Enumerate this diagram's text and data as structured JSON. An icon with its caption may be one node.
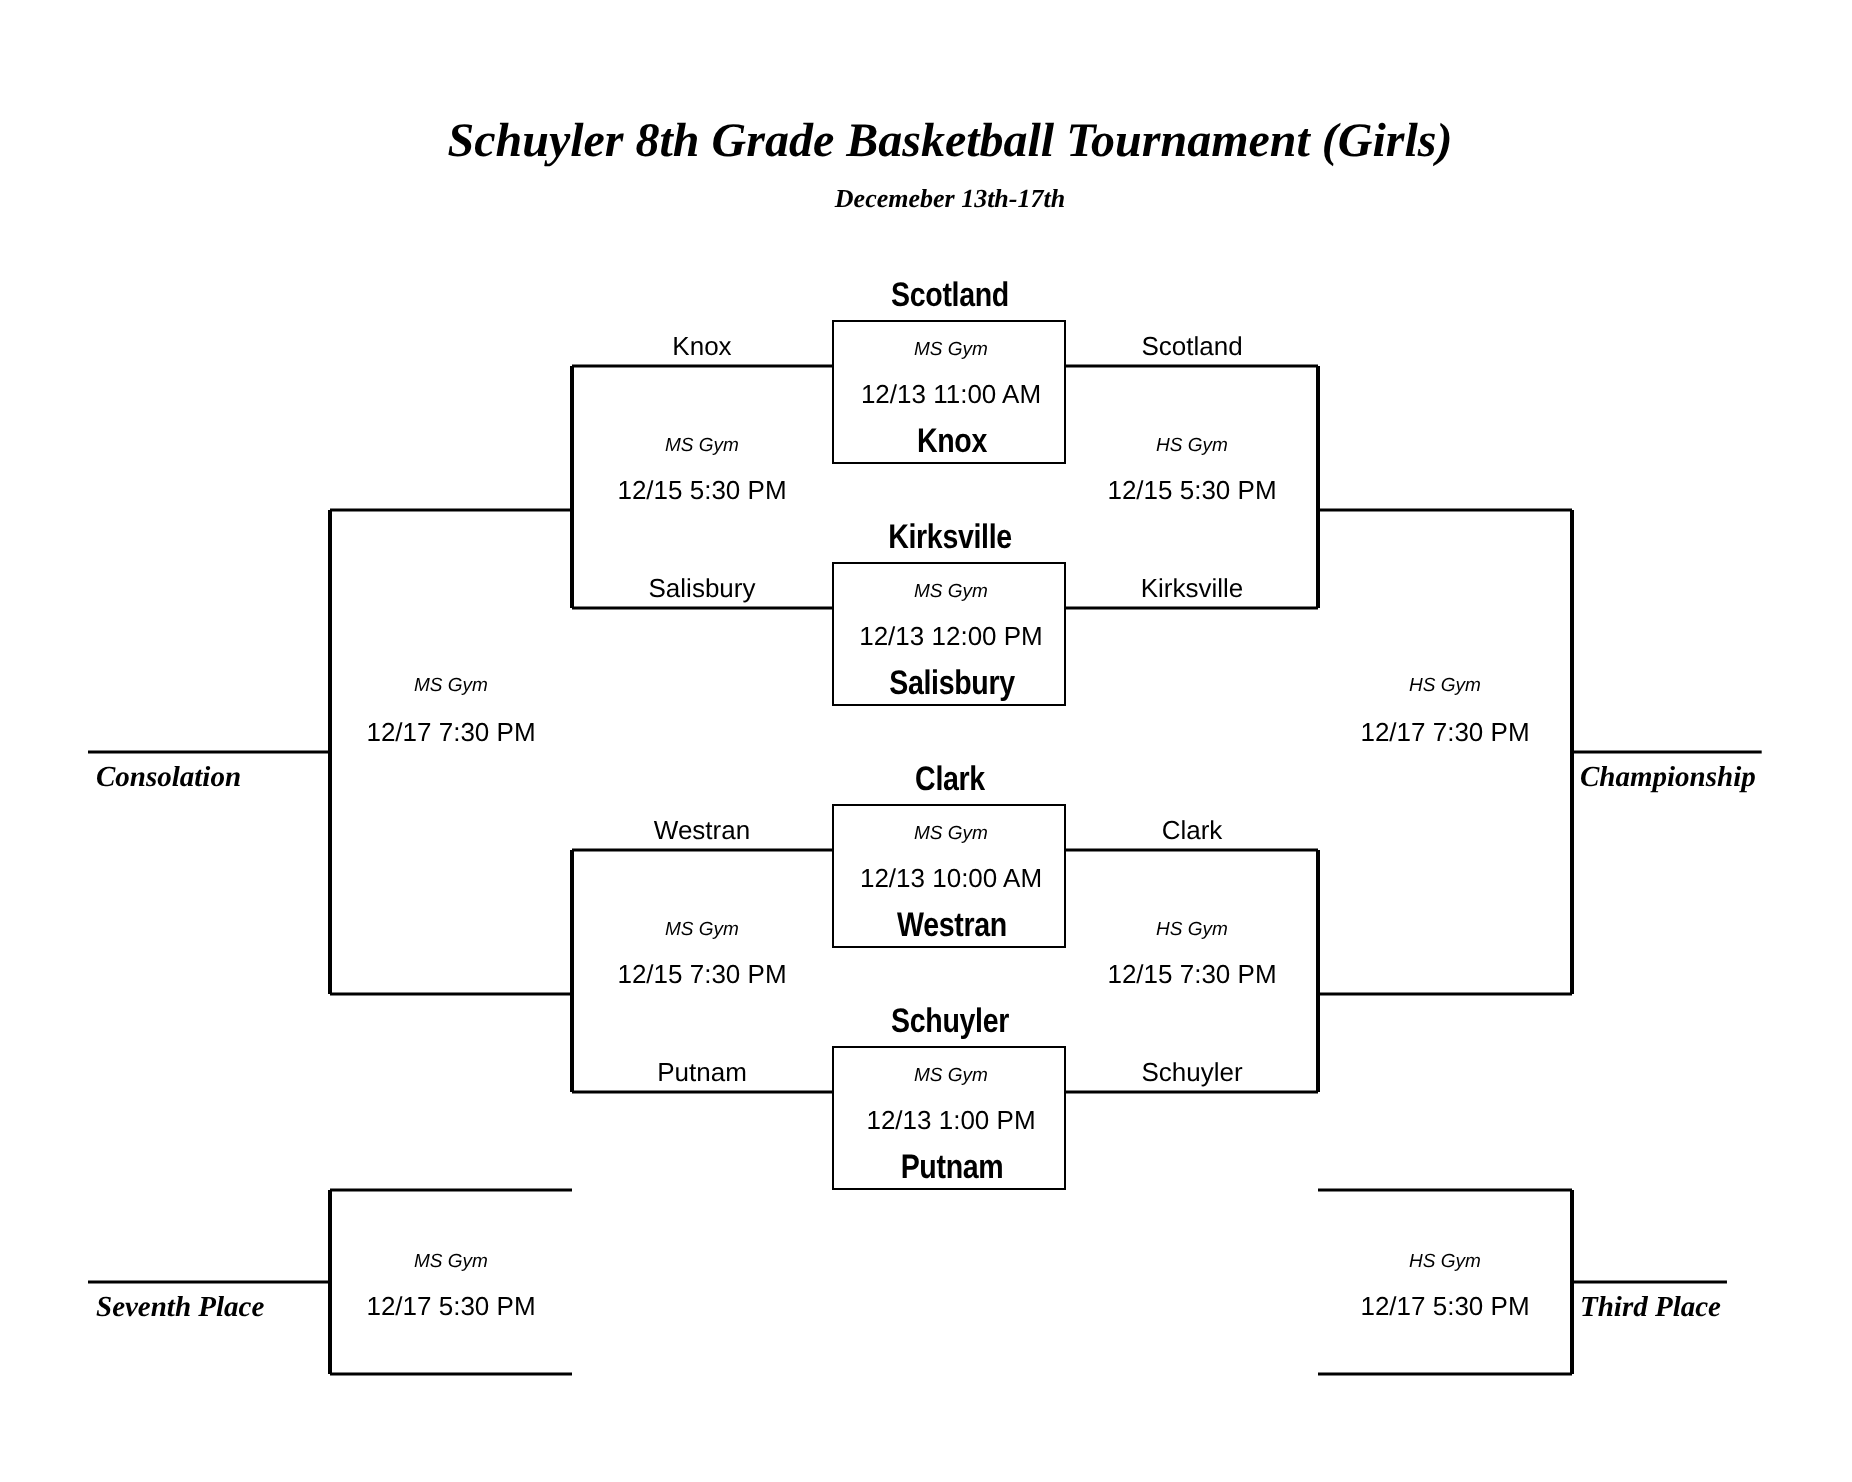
{
  "diagram": {
    "title": "Schuyler 8th Grade Basketball Tournament (Girls)",
    "nodes": [
      {
        "text": [
          "Scotland",
          "MS Gym",
          "12/13 11:00 AM",
          "Knox"
        ]
      },
      {
        "text": [
          "MS Gym",
          "12/15 5:30 PM"
        ]
      },
      {
        "text": [
          "HS Gym",
          "12/15 5:30 PM"
        ]
      },
      {
        "text": [
          "Kirksville",
          "MS Gym",
          "12/13 12:00 PM",
          "Salisbury"
        ]
      },
      {
        "text": [
          "MS Gym",
          "12/17 7:30 PM"
        ]
      },
      {
        "text": [
          "HS Gym",
          "12/17 7:30 PM"
        ]
      },
      {
        "text": [
          "Consolation"
        ]
      },
      {
        "text": [
          "Championship"
        ]
      },
      {
        "text": [
          "Clark",
          "MS Gym",
          "12/13 10:00 AM",
          "Westran"
        ]
      },
      {
        "text": [
          "MS Gym",
          "12/15 7:30 PM"
        ]
      },
      {
        "text": [
          "HS Gym",
          "12/15 7:30 PM"
        ]
      },
      {
        "text": [
          "Schuyler",
          "MS Gym",
          "12/13 1:00 PM",
          "Putnam"
        ]
      },
      {
        "text": [
          "MS Gym",
          "12/17 5:30 PM"
        ]
      },
      {
        "text": [
          "HS Gym",
          "12/17 5:30 PM"
        ]
      },
      {
        "text": [
          "Seventh Place"
        ]
      },
      {
        "text": [
          "Third Place"
        ]
      }
    ],
    "edges": [
      {
        "from": 0,
        "to": 1,
        "arrow": "none",
        "label": "Knox"
      },
      {
        "from": 0,
        "to": 2,
        "arrow": "none",
        "label": "Scotland"
      },
      {
        "from": 3,
        "to": 1,
        "arrow": "none",
        "label": "Salisbury"
      },
      {
        "from": 3,
        "to": 2,
        "arrow": "none",
        "label": "Kirksville"
      },
      {
        "from": 8,
        "to": 9,
        "arrow": "none",
        "label": "Westran"
      },
      {
        "from": 8,
        "to": 10,
        "arrow": "none",
        "label": "Clark"
      },
      {
        "from": 11,
        "to": 9,
        "arrow": "none",
        "label": "Putnam"
      },
      {
        "from": 11,
        "to": 10,
        "arrow": "none",
        "label": "Schuyler"
      },
      {
        "from": 1,
        "to": 4,
        "arrow": "none"
      },
      {
        "from": 9,
        "to": 4,
        "arrow": "none"
      },
      {
        "from": 2,
        "to": 5,
        "arrow": "none"
      },
      {
        "from": 10,
        "to": 5,
        "arrow": "none"
      },
      {
        "from": 4,
        "to": 6,
        "arrow": "none"
      },
      {
        "from": 5,
        "to": 7,
        "arrow": "none"
      },
      {
        "from": null,
        "to": 12,
        "arrow": "none"
      },
      {
        "from": null,
        "to": 12,
        "arrow": "none"
      },
      {
        "from": null,
        "to": 13,
        "arrow": "none"
      },
      {
        "from": null,
        "to": 13,
        "arrow": "none"
      },
      {
        "from": 12,
        "to": 14,
        "arrow": "none"
      },
      {
        "from": 13,
        "to": 15,
        "arrow": "none"
      }
    ],
    "labels": [
      "Decemeber 13th-17th"
    ]
  }
}
